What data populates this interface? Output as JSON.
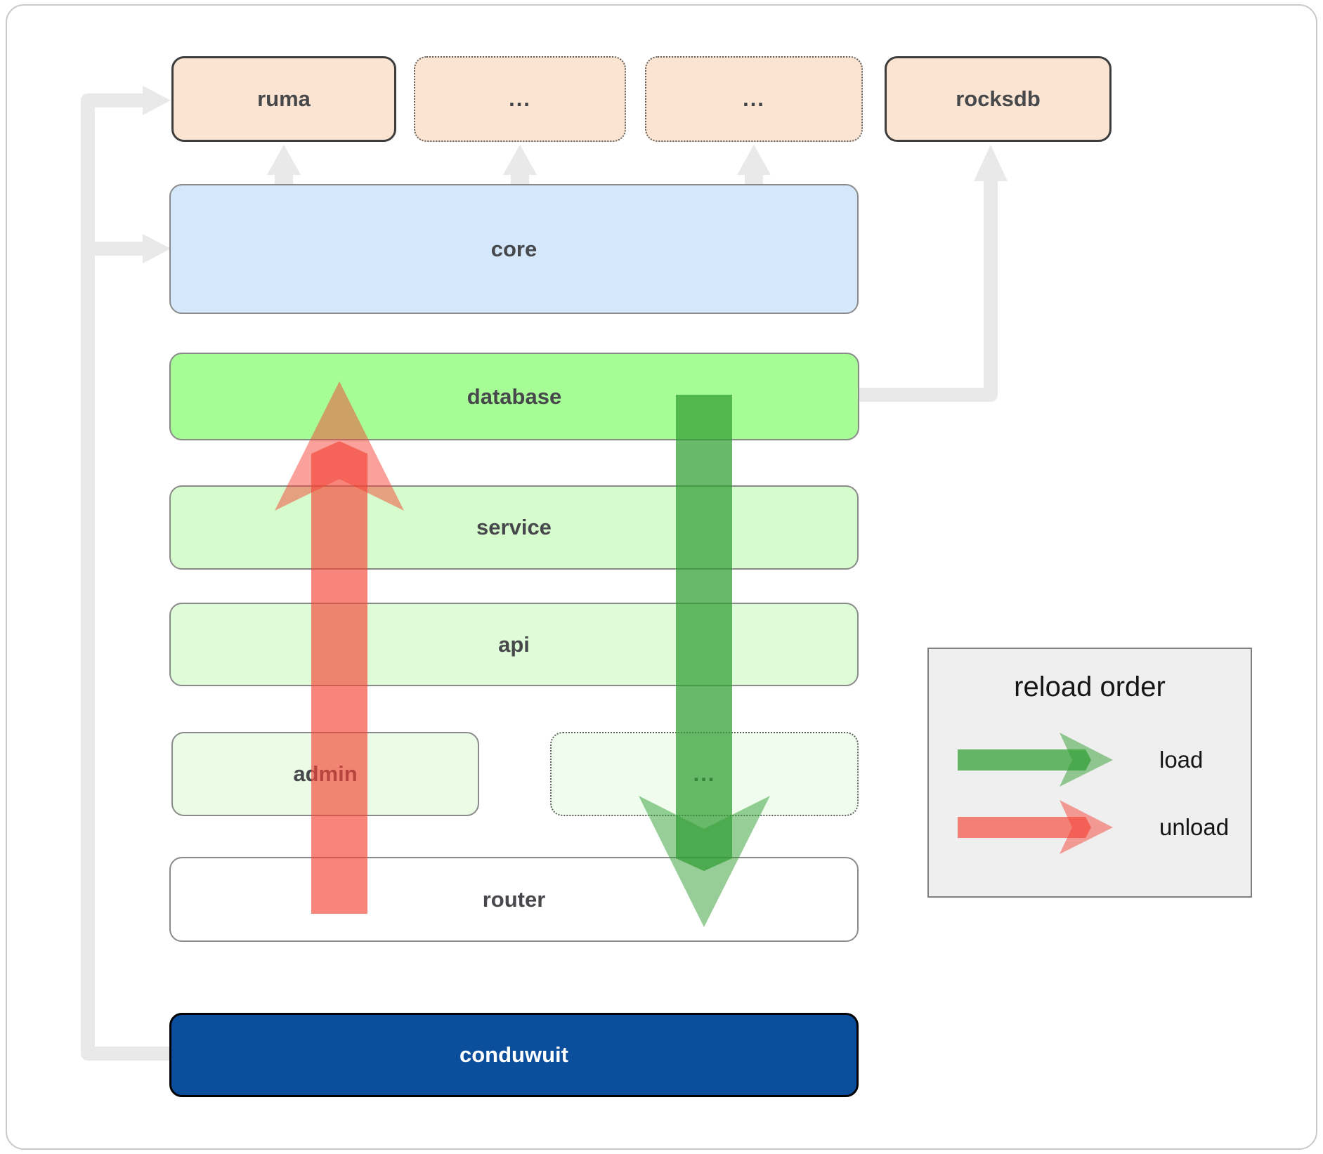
{
  "boxes": {
    "ruma": {
      "label": "ruma"
    },
    "top_ellipsis_1": {
      "label": "..."
    },
    "top_ellipsis_2": {
      "label": "..."
    },
    "rocksdb": {
      "label": "rocksdb"
    },
    "core": {
      "label": "core"
    },
    "database": {
      "label": "database"
    },
    "service": {
      "label": "service"
    },
    "api": {
      "label": "api"
    },
    "admin": {
      "label": "admin"
    },
    "admin_ellipsis": {
      "label": "..."
    },
    "router": {
      "label": "router"
    },
    "conduwuit": {
      "label": "conduwuit"
    }
  },
  "legend": {
    "title": "reload order",
    "load_label": "load",
    "unload_label": "unload"
  },
  "arrows": {
    "load": {
      "label": "load",
      "direction": "down",
      "color": "#2f9e32"
    },
    "unload": {
      "label": "unload",
      "direction": "up",
      "color": "#f44336"
    },
    "connector_color": "#e9e9e9"
  },
  "colors": {
    "peach_box": "#fbe5d2",
    "core_box": "#d5e7fa",
    "database_box": "#a6fc95",
    "service_box": "#d6fbcc",
    "api_box": "#defcd7",
    "admin_box": "#eafce6",
    "admin_ellipsis_box": "#f0fdee",
    "router_box": "#ffffff",
    "conduwuit_box": "#0b4e9b",
    "legend_bg": "#efefef",
    "label_text": "#47484b"
  }
}
